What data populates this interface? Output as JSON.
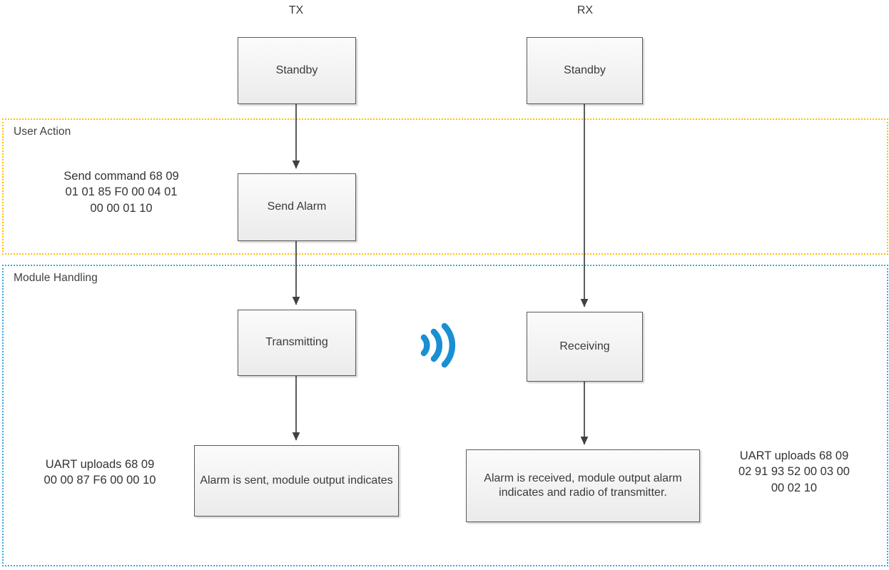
{
  "diagram": {
    "columns": [
      {
        "id": "tx",
        "label": "TX"
      },
      {
        "id": "rx",
        "label": "RX"
      }
    ],
    "lanes": [
      {
        "id": "user-action",
        "label": "User Action",
        "border_color": "#ffc000",
        "border_style": "dotted"
      },
      {
        "id": "module-handling",
        "label": "Module Handling",
        "border_color": "#3aa6e0",
        "border_style": "dotted"
      }
    ],
    "nodes": [
      {
        "id": "tx-standby",
        "label": "Standby"
      },
      {
        "id": "rx-standby",
        "label": "Standby"
      },
      {
        "id": "send-alarm",
        "label": "Send Alarm"
      },
      {
        "id": "transmitting",
        "label": "Transmitting"
      },
      {
        "id": "receiving",
        "label": "Receiving"
      },
      {
        "id": "alarm-sent",
        "label": "Alarm is sent, module output indicates"
      },
      {
        "id": "alarm-received",
        "label": "Alarm is received, module output alarm indicates and radio of transmitter."
      }
    ],
    "annotations": [
      {
        "id": "send-command",
        "text": "Send command 68 09\n01 01 85 F0 00 04 01\n00 00 01 10"
      },
      {
        "id": "uart-uploads-tx",
        "text": "UART uploads 68 09\n00 00 87 F6 00 00 10"
      },
      {
        "id": "uart-uploads-rx",
        "text": "UART uploads 68 09\n02 91 93 52 00 03 00\n00 02 10"
      }
    ],
    "icons": [
      {
        "id": "radio-wave",
        "name": "wifi-signal-icon",
        "color": "#1a8fd4"
      }
    ],
    "colors": {
      "node_border": "#595959",
      "node_fill_top": "#fbfbfb",
      "node_fill_bottom": "#ebebeb",
      "connector": "#404040",
      "lane_user_action": "#ffc000",
      "lane_module_handling": "#3aa6e0",
      "radio_wave": "#1a8fd4",
      "background": "#ffffff"
    }
  }
}
